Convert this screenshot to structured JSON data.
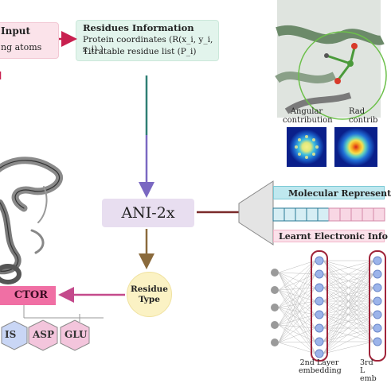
{
  "input_box": {
    "title": "Input",
    "subtitle": "ng atoms"
  },
  "residues_box": {
    "title": "Residues Information",
    "line1": "Protein coordinates (R(x_i, y_i, z_i) )",
    "line2": "Titratable residue list (P_i)"
  },
  "model": {
    "label": "ANI-2x"
  },
  "residue_type": {
    "line1": "Residue",
    "line2": "Type"
  },
  "predictor": {
    "label": "CTOR"
  },
  "residue_hexes": [
    {
      "label": "IS",
      "color": "#c9d6f5"
    },
    {
      "label": "ASP",
      "color": "#f3c5dc"
    },
    {
      "label": "GLU",
      "color": "#f3c5dc"
    }
  ],
  "features": {
    "angular": {
      "line1": "Angular",
      "line2": "contribution"
    },
    "radial": {
      "line1": "Rad",
      "line2": "contrib"
    }
  },
  "representation": {
    "molecular": "Molecular Represent",
    "electronic": "Learnt Electronic Info"
  },
  "layers": {
    "second": {
      "line1": "2nd Layer",
      "line2": "embedding"
    },
    "third": {
      "line1": "3rd L",
      "line2": "emb"
    }
  },
  "colors": {
    "arrow_pink": "#c8204f",
    "arrow_teal": "#2e7f74",
    "arrow_purple": "#7a68c2",
    "arrow_brown": "#8a6a3c",
    "arrow_maroon": "#7a2a2a",
    "arrow_magenta": "#c44a8c"
  }
}
